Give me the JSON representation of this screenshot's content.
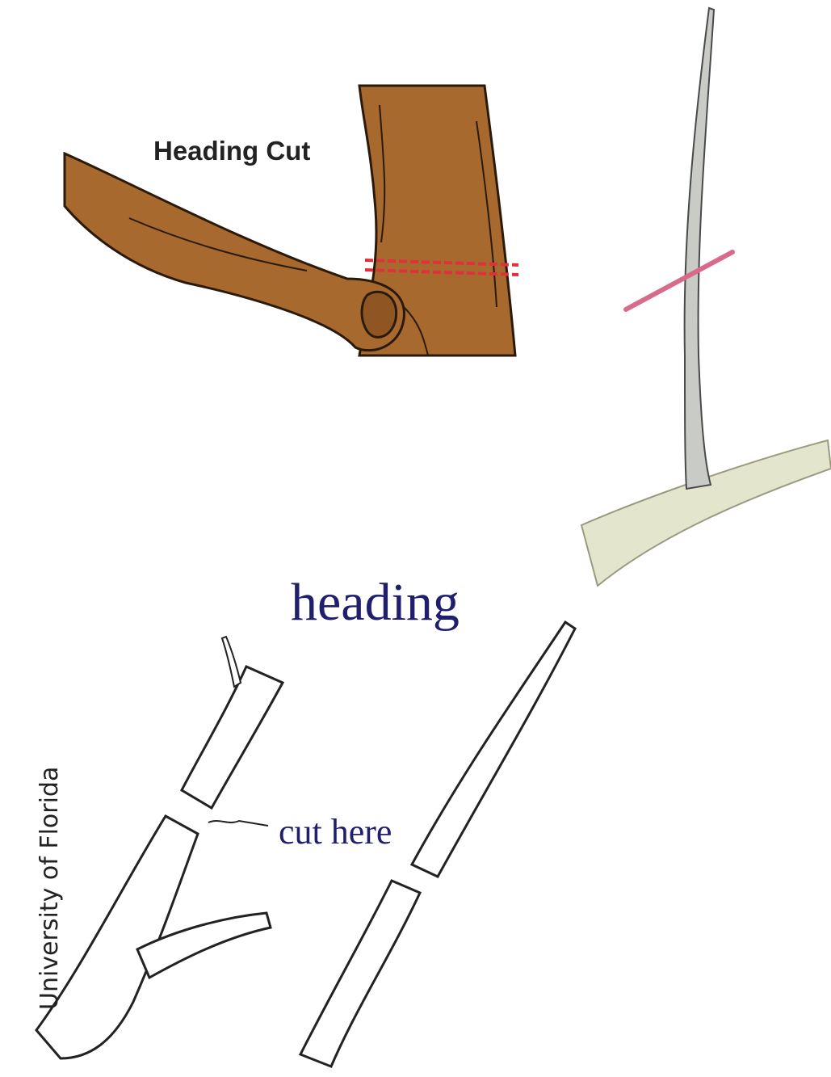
{
  "labels": {
    "heading_cut": "Heading Cut",
    "heading": "heading",
    "cut_here": "cut here",
    "credit": "University of Florida"
  },
  "colors": {
    "branch_brown": "#a8692e",
    "outline": "#2a1a0a",
    "cut_line_red": "#e0303a",
    "cut_line_pink": "#d86a8a",
    "text_navy": "#1f1f6e",
    "pale_branch": "#e3e6cc"
  }
}
